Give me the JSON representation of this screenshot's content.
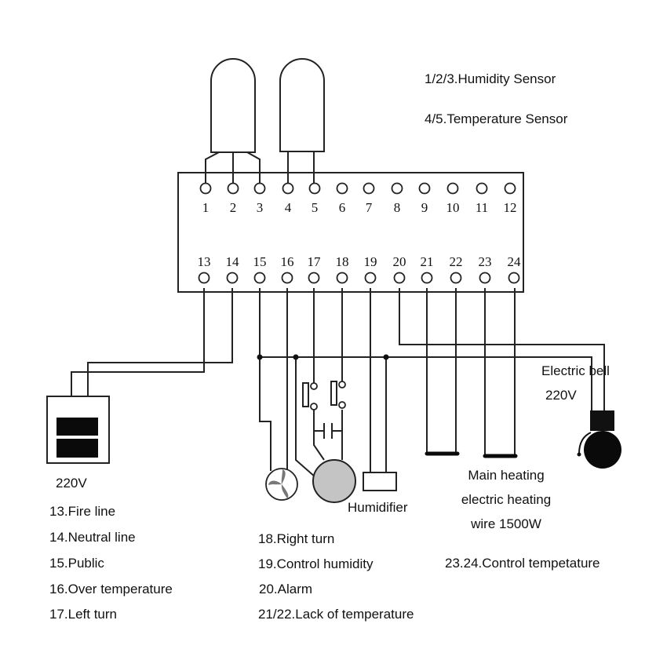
{
  "legend_top": {
    "humidity": "1/2/3.Humidity Sensor",
    "temperature": "4/5.Temperature Sensor"
  },
  "terminals": {
    "top": [
      "1",
      "2",
      "3",
      "4",
      "5",
      "6",
      "7",
      "8",
      "9",
      "10",
      "11",
      "12"
    ],
    "bottom": [
      "13",
      "14",
      "15",
      "16",
      "17",
      "18",
      "19",
      "20",
      "21",
      "22",
      "23",
      "24"
    ]
  },
  "components": {
    "power": "220V",
    "humidifier": "Humidifier",
    "bell_title": "Electric bell",
    "bell_voltage": "220V",
    "heater_line1": "Main heating",
    "heater_line2": "electric heating",
    "heater_line3": "wire 1500W"
  },
  "legend_bottom": {
    "col1": [
      "13.Fire line",
      "14.Neutral line",
      "15.Public",
      "16.Over temperature",
      "17.Left turn"
    ],
    "col2": [
      "18.Right turn",
      "19.Control humidity",
      "20.Alarm",
      "21/22.Lack of temperature"
    ],
    "col3": [
      "23.24.Control tempetature"
    ]
  },
  "colors": {
    "line": "#222222",
    "motor_fill": "#c4c4c4",
    "solid": "#0a0a0a"
  }
}
